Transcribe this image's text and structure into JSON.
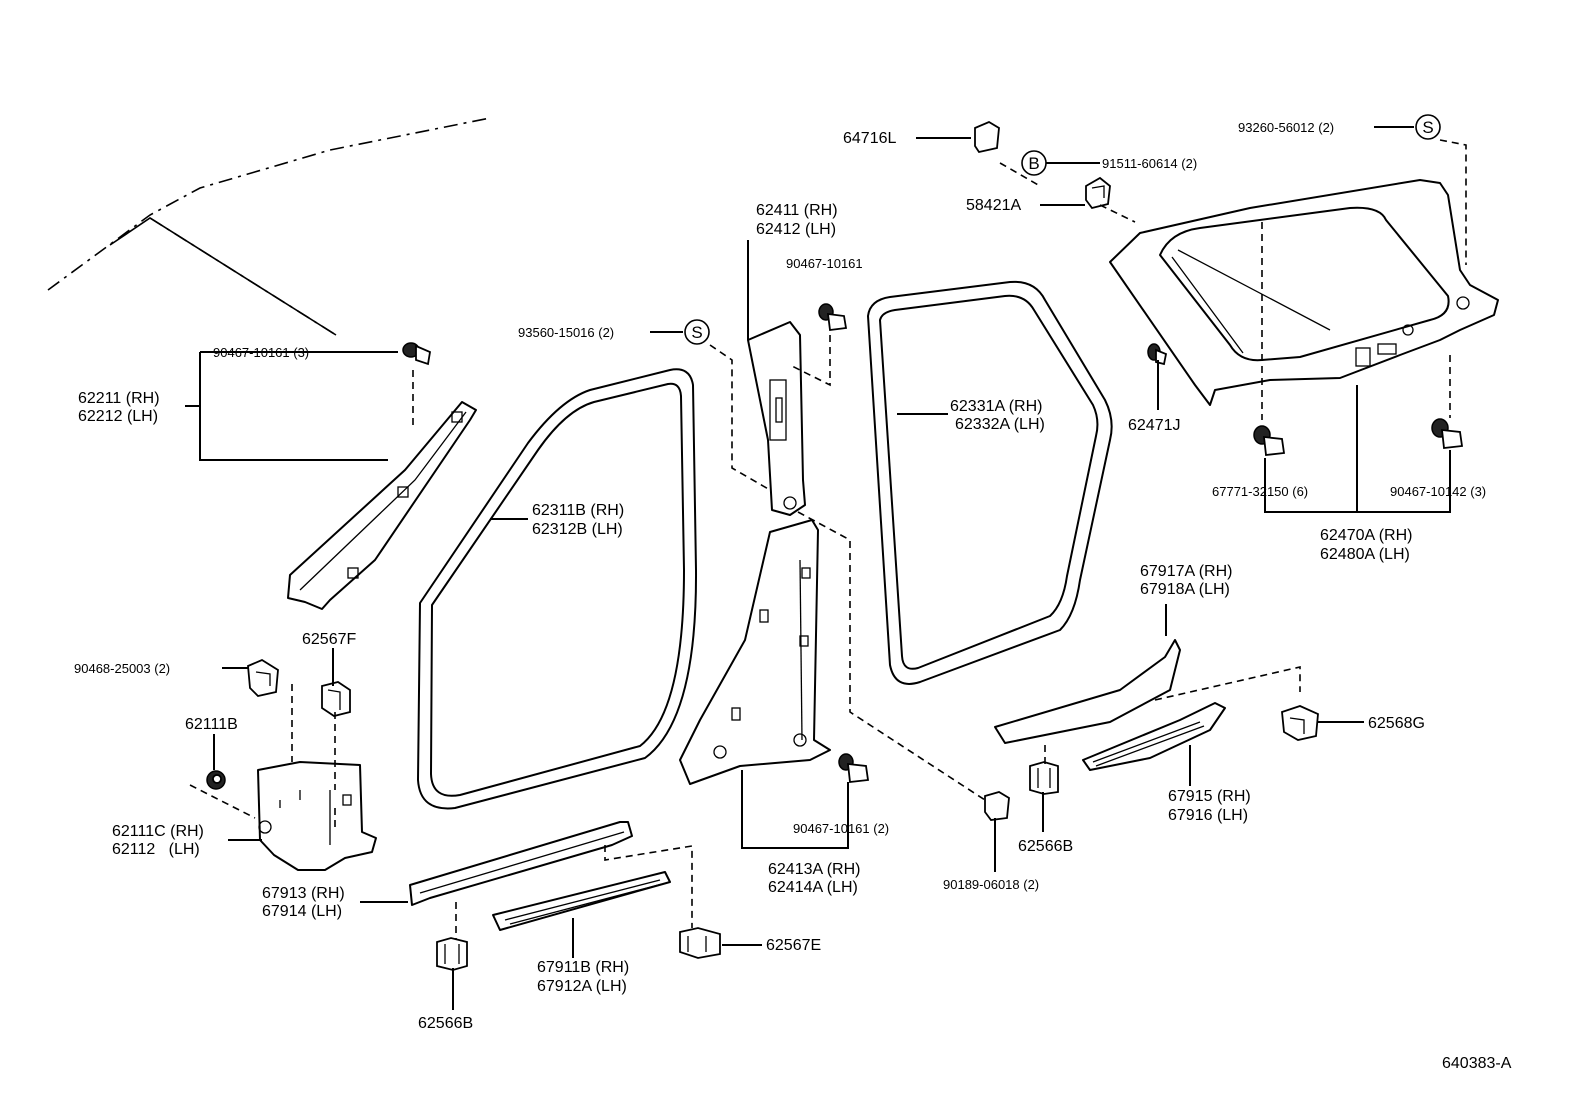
{
  "diagram_id": "640383-A",
  "symbols": {
    "S": "S",
    "B": "B"
  },
  "labels": {
    "p64716L": "64716L",
    "p91511": "91511-60614 (2)",
    "p58421A": "58421A",
    "p93260": "93260-56012 (2)",
    "p62411": "62411 (RH)",
    "p62412": "62412 (LH)",
    "p90467_10161_top": "90467-10161",
    "p93560": "93560-15016 (2)",
    "p90467_10161_3": "90467-10161 (3)",
    "p62211": "62211 (RH)",
    "p62212": "62212 (LH)",
    "p62311B": "62311B (RH)",
    "p62312B": "62312B (LH)",
    "p62331A": "62331A (RH)",
    "p62332A": "62332A (LH)",
    "p62471J": "62471J",
    "p67771": "67771-32150 (6)",
    "p90467_10142": "90467-10142 (3)",
    "p62470A": "62470A (RH)",
    "p62480A": "62480A (LH)",
    "p67917A": "67917A (RH)",
    "p67918A": "67918A (LH)",
    "p62568G": "62568G",
    "p62567F": "62567F",
    "p90468": "90468-25003 (2)",
    "p62111B": "62111B",
    "p62111C": "62111C (RH)",
    "p62112": "62112   (LH)",
    "p67913": "67913 (RH)",
    "p67914": "67914 (LH)",
    "p62566B_left": "62566B",
    "p67911B": "67911B (RH)",
    "p67912A": "67912A (LH)",
    "p62567E": "62567E",
    "p90467_10161_2": "90467-10161 (2)",
    "p62413A": "62413A (RH)",
    "p62414A": "62414A (LH)",
    "p90189": "90189-06018 (2)",
    "p62566B_right": "62566B",
    "p67915": "67915 (RH)",
    "p67916": "67916 (LH)"
  }
}
